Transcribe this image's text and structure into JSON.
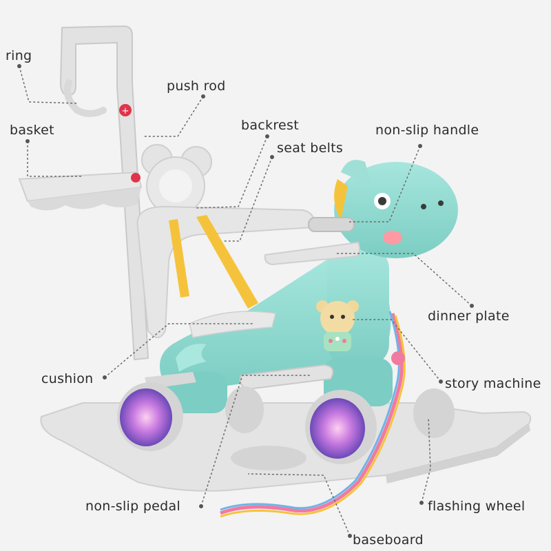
{
  "labels": {
    "ring": "ring",
    "push_rod": "push rod",
    "basket": "basket",
    "backrest": "backrest",
    "seat_belts": "seat belts",
    "non_slip_handle": "non-slip handle",
    "dinner_plate": "dinner plate",
    "cushion": "cushion",
    "story_machine": "story machine",
    "non_slip_pedal": "non-slip pedal",
    "flashing_wheel": "flashing wheel",
    "baseboard": "baseboard"
  },
  "colors": {
    "background": "#f3f3f3",
    "body": "#8fd8cf",
    "plastic": "#e6e6e6",
    "belt": "#f5c33b",
    "leader_line": "#6a6a6a"
  }
}
